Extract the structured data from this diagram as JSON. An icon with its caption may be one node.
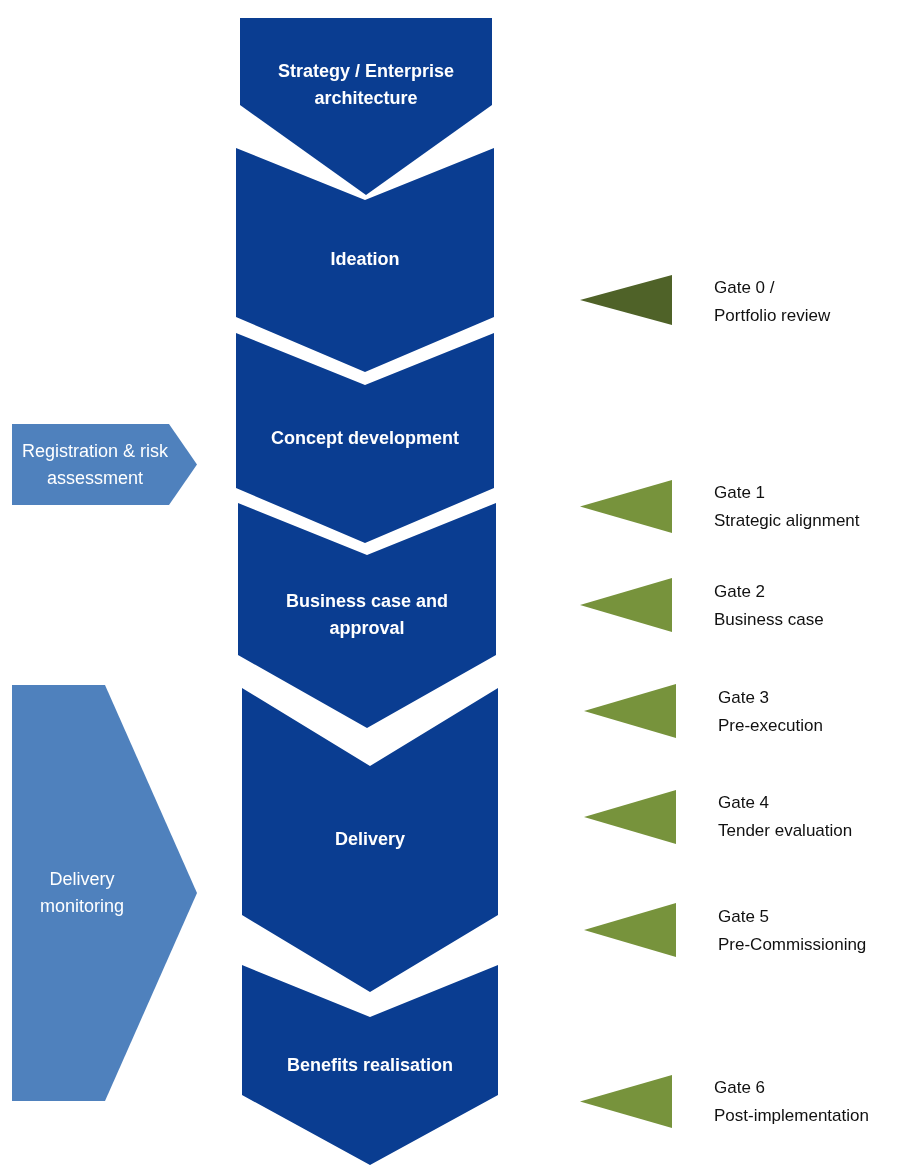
{
  "diagram": {
    "nodes": [
      {
        "text": [
          "Strategy / Enterprise architecture"
        ]
      },
      {
        "text": [
          "Ideation"
        ]
      },
      {
        "text": [
          "Concept development"
        ]
      },
      {
        "text": [
          "Business case and approval"
        ]
      },
      {
        "text": [
          "Delivery"
        ]
      },
      {
        "text": [
          "Benefits realisation"
        ]
      },
      {
        "text": [
          "Registration & risk assessment"
        ]
      },
      {
        "text": [
          "Delivery monitoring"
        ]
      },
      {
        "text": [],
        "shape": "triangle",
        "beside": [
          "Gate 0 /",
          "Portfolio review"
        ]
      },
      {
        "text": [],
        "shape": "triangle",
        "beside": [
          "Gate 1",
          "Strategic alignment"
        ]
      },
      {
        "text": [],
        "shape": "triangle",
        "beside": [
          "Gate 2",
          "Business case"
        ]
      },
      {
        "text": [],
        "shape": "triangle",
        "beside": [
          "Gate 3",
          "Pre-execution"
        ]
      },
      {
        "text": [],
        "shape": "triangle",
        "beside": [
          "Gate 4",
          "Tender evaluation"
        ]
      },
      {
        "text": [],
        "shape": "triangle",
        "beside": [
          "Gate 5",
          "Pre-Commissioning"
        ]
      },
      {
        "text": [],
        "shape": "triangle",
        "beside": [
          "Gate 6",
          "Post-implementation"
        ]
      }
    ]
  }
}
